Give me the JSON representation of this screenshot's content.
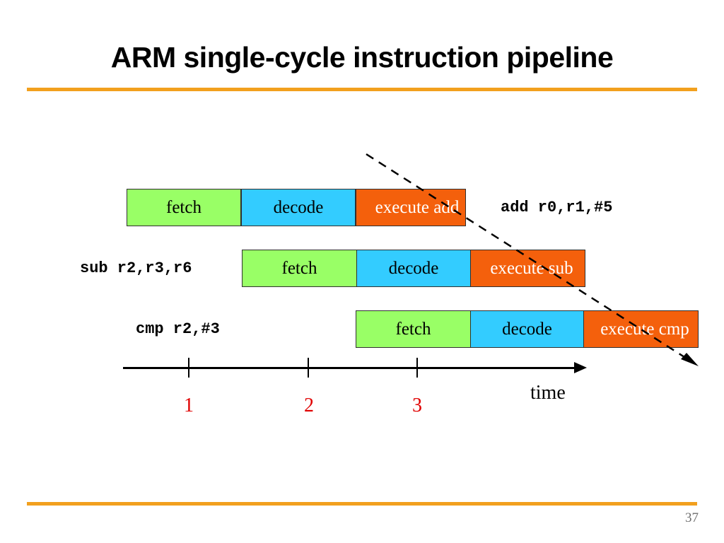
{
  "slide": {
    "title": "ARM single-cycle instruction pipeline",
    "page_number": "37",
    "accent_color": "#F2A01E",
    "background": "#ffffff"
  },
  "colors": {
    "fetch": "#99FF66",
    "decode": "#33CCFF",
    "execute": "#F4600C",
    "execute_text": "#ffffff",
    "axis_number": "#E00000",
    "page_number": "#6e6e6e"
  },
  "pipeline": {
    "rows": [
      {
        "instruction": "add r0,r1,#5",
        "label_side": "right",
        "stages": [
          {
            "name": "fetch",
            "label": "fetch"
          },
          {
            "name": "decode",
            "label": "decode"
          },
          {
            "name": "execute",
            "label": "execute add"
          }
        ]
      },
      {
        "instruction": "sub r2,r3,r6",
        "label_side": "left",
        "stages": [
          {
            "name": "fetch",
            "label": "fetch"
          },
          {
            "name": "decode",
            "label": "decode"
          },
          {
            "name": "execute",
            "label": "execute sub"
          }
        ]
      },
      {
        "instruction": "cmp r2,#3",
        "label_side": "left",
        "stages": [
          {
            "name": "fetch",
            "label": "fetch"
          },
          {
            "name": "decode",
            "label": "decode"
          },
          {
            "name": "execute",
            "label": "execute cmp"
          }
        ]
      }
    ]
  },
  "axis": {
    "label": "time",
    "ticks": [
      "1",
      "2",
      "3"
    ]
  }
}
